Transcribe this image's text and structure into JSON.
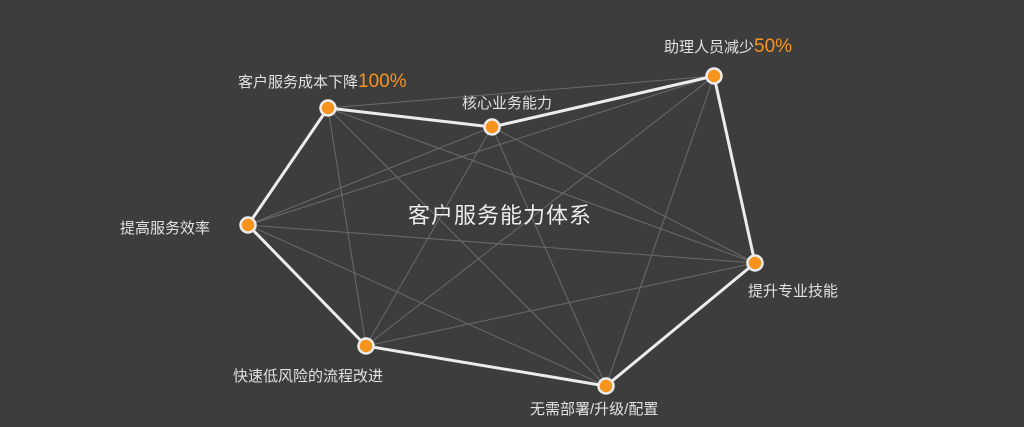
{
  "title": "客户服务能力体系",
  "colors": {
    "background": "#3d3d3d",
    "accent": "#f7941d",
    "outline": "#ececec",
    "connection": "#6b6b6b",
    "text": "#e2e2e2"
  },
  "nodes": [
    {
      "id": "cost",
      "label": "客户服务成本下降",
      "highlight": "100%"
    },
    {
      "id": "core",
      "label": "核心业务能力"
    },
    {
      "id": "staff",
      "label": "助理人员减少",
      "highlight": "50%"
    },
    {
      "id": "skill",
      "label": "提升专业技能"
    },
    {
      "id": "deploy",
      "label": "无需部署/升级/配置"
    },
    {
      "id": "process",
      "label": "快速低风险的流程改进"
    },
    {
      "id": "efficiency",
      "label": "提高服务效率"
    }
  ],
  "outer_ring": [
    "cost",
    "core",
    "staff",
    "skill",
    "deploy",
    "process",
    "efficiency"
  ]
}
